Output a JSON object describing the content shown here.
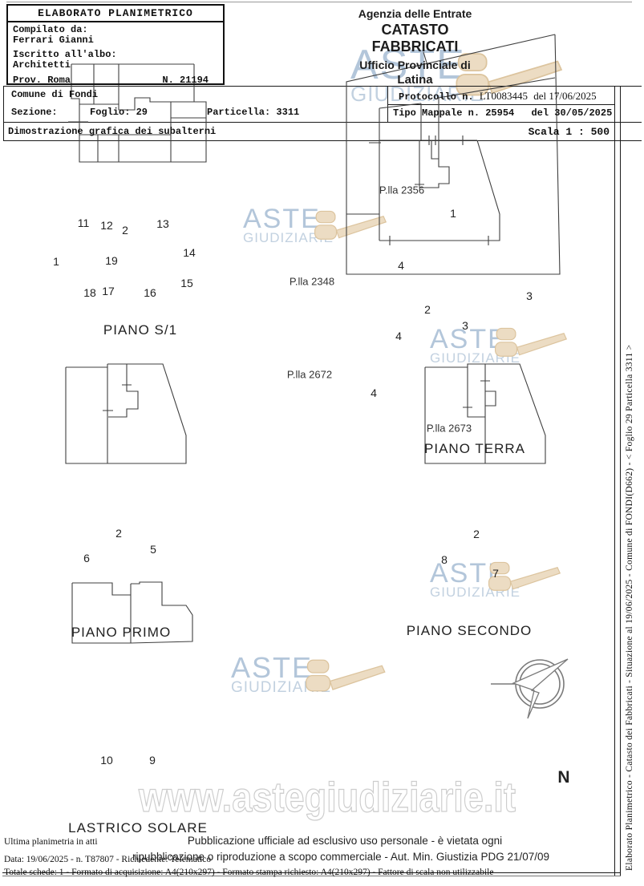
{
  "header_left": {
    "title": "ELABORATO PLANIMETRICO",
    "compiled_by_label": "Compilato da:",
    "compiled_by": "Ferrari Gianni",
    "register_label": "Iscritto all'albo:",
    "register": "Architetti",
    "province": "Prov. Roma",
    "number": "N. 21194"
  },
  "agency": {
    "line1": "Agenzia delle Entrate",
    "line2": "CATASTO FABBRICATI",
    "line3": "Ufficio Provinciale di",
    "line4": "Latina"
  },
  "protocol": {
    "row1_label": "Protocollo n.",
    "row1_number": "LT0083445",
    "row1_date": "del 17/06/2025",
    "row2_label": "Tipo Mappale n.",
    "row2_number": "25954",
    "row2_date": "del 30/05/2025"
  },
  "info": {
    "comune": "Comune di Fondi",
    "sezione": "Sezione:",
    "foglio": "Foglio: 29",
    "particella": "Particella: 3311",
    "subtitle": "Dimostrazione grafica dei subalterni",
    "scala": "Scala 1 : 500"
  },
  "plans": {
    "s1": {
      "title": "PIANO S/1",
      "labels": {
        "l1": "1",
        "l2": "2",
        "l11": "11",
        "l12": "12",
        "l13": "13",
        "l14": "14",
        "l15": "15",
        "l16": "16",
        "l17": "17",
        "l18": "18",
        "l19": "19"
      }
    },
    "terra": {
      "title": "PIANO TERRA",
      "labels": {
        "l1": "1",
        "l2": "2",
        "l3a": "3",
        "l3b": "3",
        "l4a": "4",
        "l4b": "4",
        "l4c": "4"
      },
      "parcels": {
        "p2356": "P.lla 2356",
        "p2348": "P.lla 2348",
        "p2672": "P.lla 2672",
        "p2673": "P.lla 2673"
      }
    },
    "primo": {
      "title": "PIANO PRIMO",
      "labels": {
        "l2": "2",
        "l5": "5",
        "l6": "6"
      }
    },
    "secondo": {
      "title": "PIANO SECONDO",
      "labels": {
        "l2": "2",
        "l7": "7",
        "l8": "8"
      }
    },
    "lastrico": {
      "title": "LASTRICO SOLARE",
      "labels": {
        "l9": "9",
        "l10": "10"
      }
    }
  },
  "compass": {
    "north_label": "N"
  },
  "watermark": {
    "url_text": "www.astegiudiziarie.it",
    "logo_top": "ASTE",
    "logo_bottom": "GIUDIZIARIE"
  },
  "sidebar": {
    "vertical_text": "Elaborato Planimetrico - Catasto dei Fabbricati - Situazione al 19/06/2025 - Comune di FONDI(D662) - < Foglio 29 Particella 3311 >"
  },
  "footer": {
    "line1": "Ultima planimetria in atti",
    "line2": "Data: 19/06/2025 - n. T87807 - Richiedente: Telematico",
    "line3": "Totale schede: 1 - Formato di acquisizione: A4(210x297) - Formato stampa richiesto: A4(210x297) - Fattore di scala non utilizzabile",
    "notice1": "Pubblicazione ufficiale ad esclusivo uso personale - è vietata ogni",
    "notice2": "ripubblicazione o riproduzione a scopo commerciale - Aut. Min. Giustizia PDG 21/07/09"
  },
  "colors": {
    "logo_blue": "#b3c6da",
    "gavel_tan": "#ecdcc3",
    "line_dark": "#1a1a1a"
  }
}
